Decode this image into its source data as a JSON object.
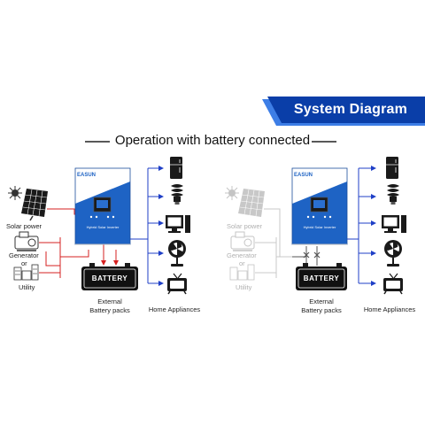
{
  "header": {
    "title": "System Diagram"
  },
  "subtitle": "Operation with battery connected",
  "colors": {
    "banner_blue": "#0a3ea8",
    "banner_stripe": "#3d7ee6",
    "power_red": "#d62020",
    "output_blue": "#1f3fc7",
    "inverter_blue": "#1e63c4",
    "dim_gray": "#bdbdbd"
  },
  "diagrams": [
    {
      "id": "left",
      "sources": {
        "solar": "Solar power",
        "generator_line1": "Generator",
        "generator_line2": "or",
        "utility": "Utility"
      },
      "inverter": {
        "brand": "EASUN",
        "caption": "Hybrid Solar Inverter"
      },
      "battery": {
        "label": "BATTERY",
        "caption_line1": "External",
        "caption_line2": "Battery packs"
      },
      "appliances_caption": "Home Appliances"
    },
    {
      "id": "right",
      "sources": {
        "solar": "Solar power",
        "generator_line1": "Generator",
        "generator_line2": "or",
        "utility": "Utility"
      },
      "inverter": {
        "brand": "EASUN",
        "caption": "Hybrid Solar Inverter"
      },
      "battery": {
        "label": "BATTERY",
        "caption_line1": "External",
        "caption_line2": "Battery packs"
      },
      "appliances_caption": "Home Appliances"
    }
  ],
  "appliance_icons": [
    "fridge-icon",
    "bulb-icon",
    "computer-icon",
    "fan-icon",
    "tv-icon"
  ]
}
